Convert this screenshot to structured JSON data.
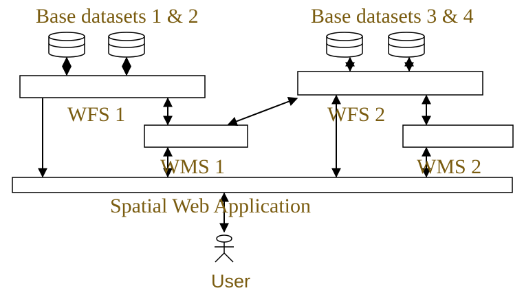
{
  "labels": {
    "base_datasets_left": "Base datasets 1 & 2",
    "base_datasets_right": "Base datasets 3 & 4",
    "wfs1": "WFS 1",
    "wfs2": "WFS 2",
    "wms1": "WMS 1",
    "wms2": "WMS 2",
    "app": "Spatial Web Application",
    "user": "User"
  },
  "colors": {
    "label_text": "#7a5c10",
    "line": "#000000",
    "background": "#ffffff"
  }
}
